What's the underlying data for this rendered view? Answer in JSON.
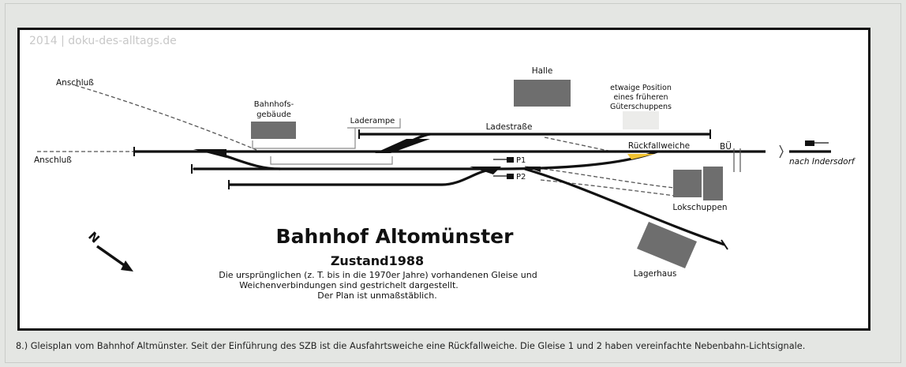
{
  "watermark": "2014 | doku-des-alltags.de",
  "labels": {
    "anschluss_top": "Anschluß",
    "anschluss_left": "Anschluß",
    "bahnhofsgebaeude_1": "Bahnhofs-",
    "bahnhofsgebaeude_2": "gebäude",
    "laderampe": "Laderampe",
    "halle": "Halle",
    "ladestrasse": "Ladestraße",
    "gueterschuppen_1": "etwaige Position",
    "gueterschuppen_2": "eines früheren",
    "gueterschuppen_3": "Güterschuppens",
    "rueckfallweiche": "Rückfallweiche",
    "bue": "BÜ",
    "nach_indersdorf": "nach Indersdorf",
    "p1": "P1",
    "p2": "P2",
    "lokschuppen": "Lokschuppen",
    "lagerhaus": "Lagerhaus",
    "north": "N"
  },
  "title": {
    "main": "Bahnhof Altomünster",
    "sub": "Zustand1988",
    "note_1": "Die ursprünglichen (z. T. bis in die 1970er Jahre) vorhandenen Gleise und",
    "note_2": "Weichenverbindungen sind gestrichelt dargestellt.",
    "note_3": "Der Plan ist unmaßstäblich."
  },
  "caption": "8.) Gleisplan vom Bahnhof Altmünster. Seit der Einführung des SZB ist die Ausfahrtsweiche eine Rückfallweiche. Die Gleise 1 und 2 haben vereinfachte Nebenbahn-Lichtsignale.",
  "colors": {
    "track": "#111111",
    "building": "#6e6e6e",
    "gueterschuppen": "#ececea",
    "rueckfallweiche_marker": "#f2c230",
    "background": "#e4e6e3"
  }
}
